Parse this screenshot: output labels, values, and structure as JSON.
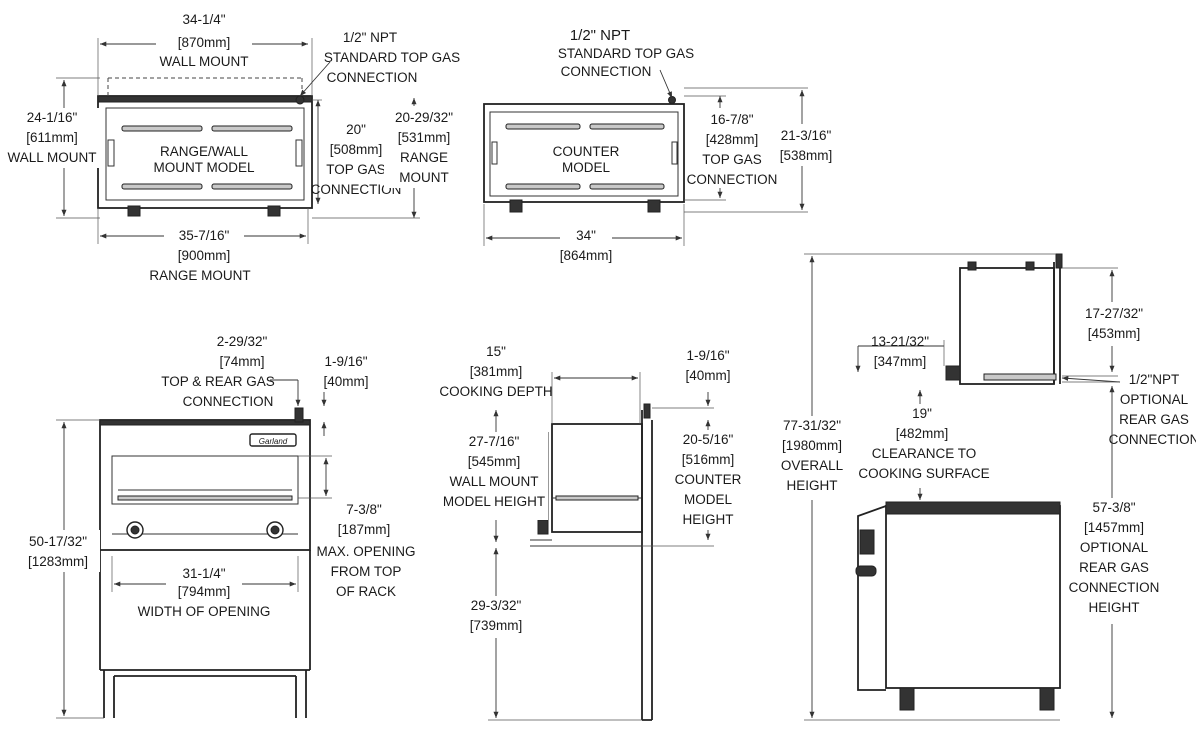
{
  "diagram": {
    "view_range_wall": {
      "label_main": "RANGE/WALL",
      "label_main2": "MOUNT MODEL",
      "width_top": [
        "34-1/4\"",
        "[870mm]",
        "WALL MOUNT"
      ],
      "height_left": [
        "24-1/16\"",
        "[611mm]",
        "WALL MOUNT"
      ],
      "npt": [
        "1/2\" NPT",
        "STANDARD TOP GAS",
        "CONNECTION"
      ],
      "top_gas": [
        "20\"",
        "[508mm]",
        "TOP GAS",
        "CONNECTION"
      ],
      "range_h": [
        "20-29/32\"",
        "[531mm]",
        "RANGE",
        "MOUNT"
      ],
      "width_bottom": [
        "35-7/16\"",
        "[900mm]",
        "RANGE MOUNT"
      ]
    },
    "view_counter": {
      "label_main": "COUNTER",
      "label_main2": "MODEL",
      "npt": [
        "1/2\" NPT",
        "STANDARD TOP GAS",
        "CONNECTION"
      ],
      "top_gas": [
        "16-7/8\"",
        "[428mm]",
        "TOP GAS",
        "CONNECTION"
      ],
      "height_right": [
        "21-3/16\"",
        "[538mm]"
      ],
      "width_bottom": [
        "34\"",
        "[864mm]"
      ]
    },
    "view_front": {
      "top_rear_gas": [
        "2-29/32\"",
        "[74mm]",
        "TOP & REAR GAS",
        "CONNECTION"
      ],
      "offset": [
        "1-9/16\"",
        "[40mm]"
      ],
      "overall_h": [
        "50-17/32\"",
        "[1283mm]"
      ],
      "opening": [
        "7-3/8\"",
        "[187mm]",
        "MAX. OPENING",
        "FROM TOP",
        "OF RACK"
      ],
      "width_opening": [
        "31-1/4\"",
        "[794mm]",
        "WIDTH OF OPENING"
      ],
      "logo_text": "Garland"
    },
    "view_side": {
      "depth": [
        "15\"",
        "[381mm]",
        "COOKING DEPTH"
      ],
      "offset": [
        "1-9/16\"",
        "[40mm]"
      ],
      "wall_h": [
        "27-7/16\"",
        "[545mm]",
        "WALL MOUNT",
        "MODEL HEIGHT"
      ],
      "counter_h": [
        "20-5/16\"",
        "[516mm]",
        "COUNTER",
        "MODEL",
        "HEIGHT"
      ],
      "bottom_h": [
        "29-3/32\"",
        "[739mm]"
      ]
    },
    "view_range_side": {
      "top_right": [
        "17-27/32\"",
        "[453mm]"
      ],
      "depth_top": [
        "13-21/32\"",
        "[347mm]"
      ],
      "rear_gas": [
        "1/2\"NPT",
        "OPTIONAL",
        "REAR GAS",
        "CONNECTION"
      ],
      "clearance": [
        "19\"",
        "[482mm]",
        "CLEARANCE TO",
        "COOKING SURFACE"
      ],
      "overall": [
        "77-31/32\"",
        "[1980mm]",
        "OVERALL",
        "HEIGHT"
      ],
      "rear_gas_h": [
        "57-3/8\"",
        "[1457mm]",
        "OPTIONAL",
        "REAR GAS",
        "CONNECTION",
        "HEIGHT"
      ]
    }
  }
}
